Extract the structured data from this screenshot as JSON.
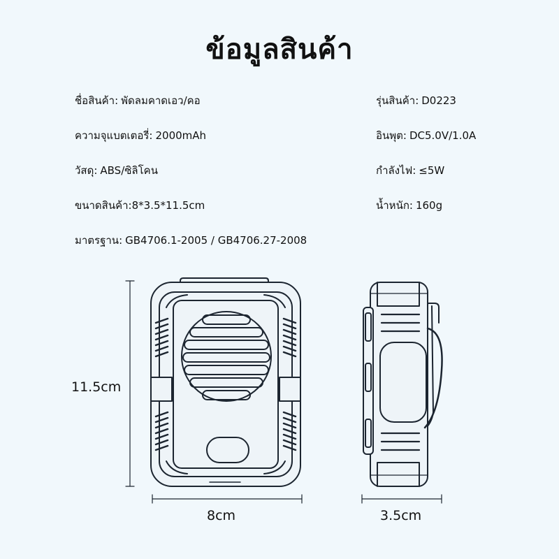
{
  "title": "ข้อมูลสินค้า",
  "specs_left": [
    {
      "label": "ชื่อสินค้า",
      "value": "พัดลมคาดเอว/คอ"
    },
    {
      "label": "ความจุแบตเตอรี่",
      "value": "2000mAh"
    },
    {
      "label": "วัสดุ",
      "value": "ABS/ซิลิโคน"
    },
    {
      "label": "ขนาดสินค้า",
      "value": "8*3.5*11.5cm"
    },
    {
      "label": "มาตรฐาน",
      "value": "GB4706.1-2005 / GB4706.27-2008"
    }
  ],
  "specs_right": [
    {
      "label": "รุ่นสินค้า",
      "value": "D0223"
    },
    {
      "label": "อินพุต",
      "value": "DC5.0V/1.0A"
    },
    {
      "label": "กำลังไฟ",
      "value": "≤5W"
    },
    {
      "label": "น้ำหนัก",
      "value": "160g"
    }
  ],
  "dimensions": {
    "height": "11.5cm",
    "front_width": "8cm",
    "side_width": "3.5cm"
  },
  "colors": {
    "background": "#f1f8fc",
    "line": "#1c2530",
    "device_fill": "#eef4f8"
  }
}
